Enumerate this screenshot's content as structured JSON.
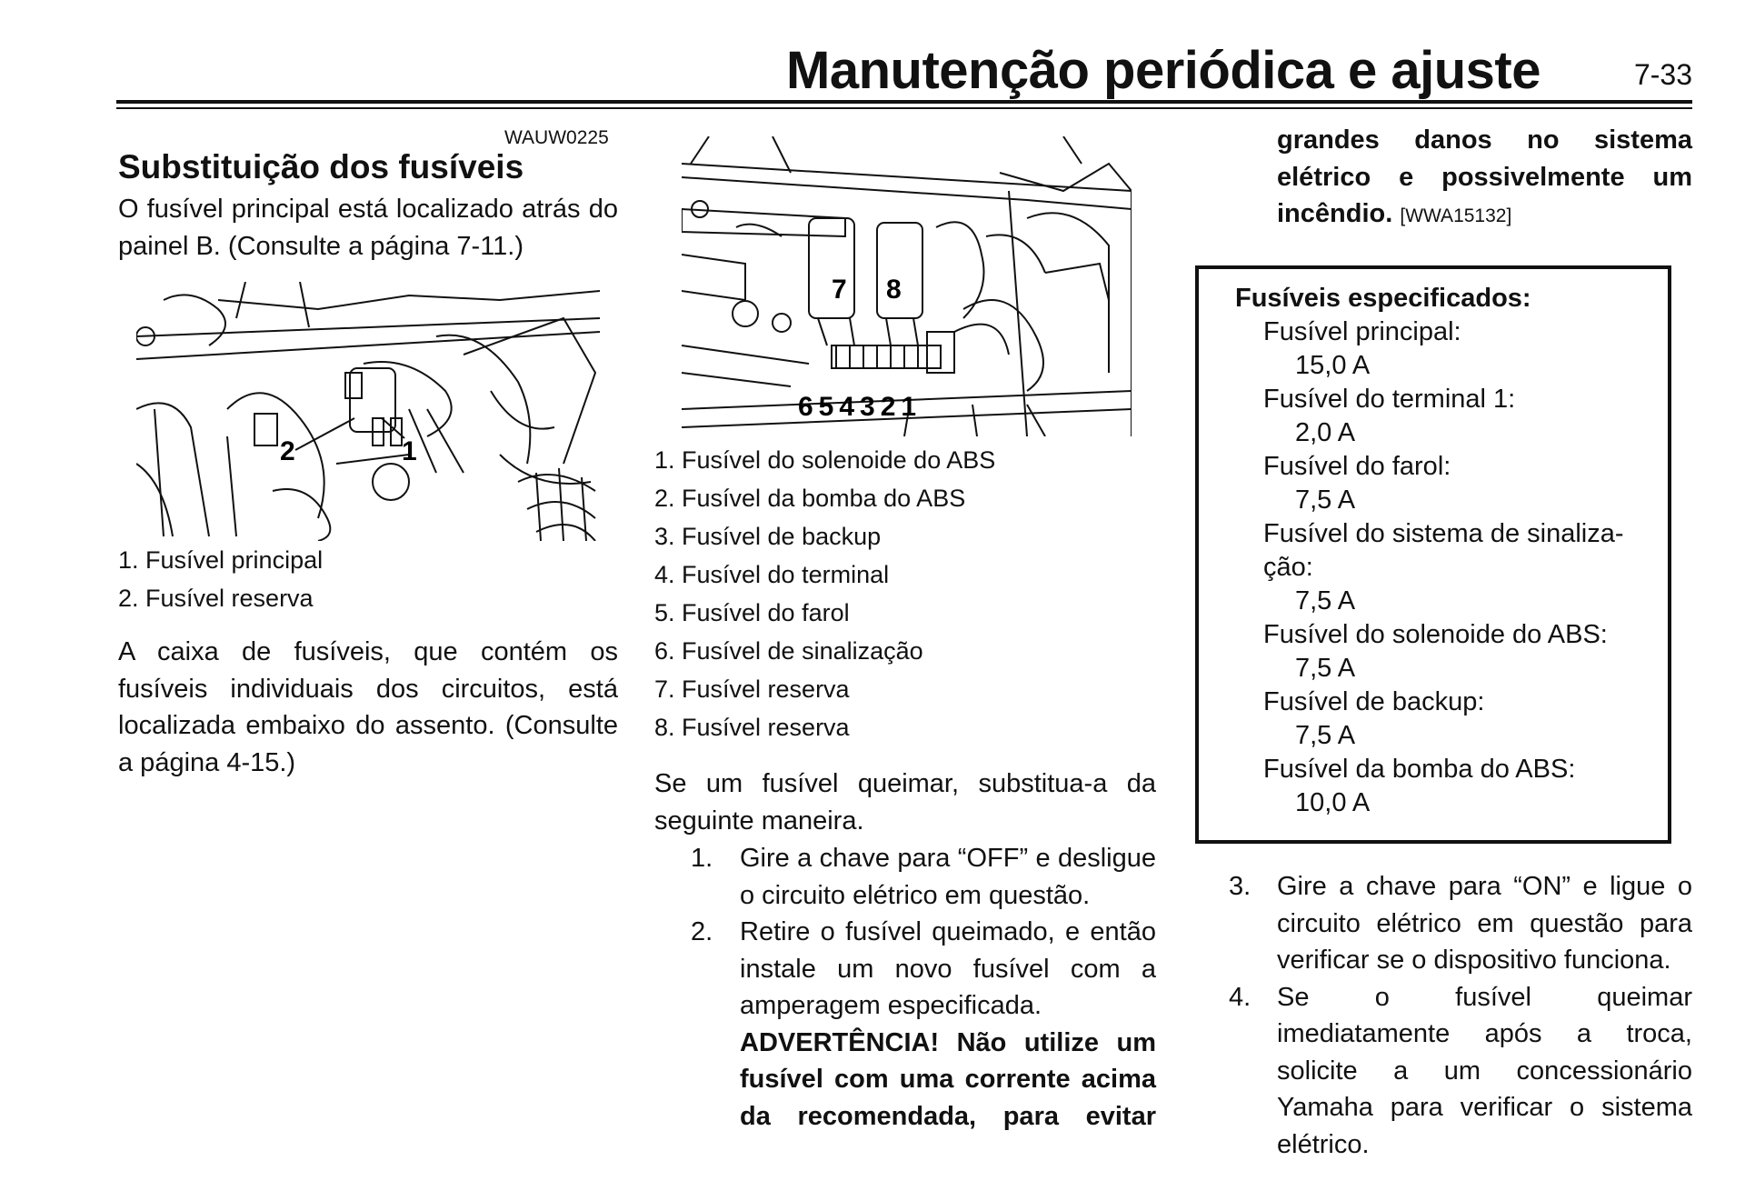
{
  "header": {
    "title": "Manutenção periódica e ajuste",
    "page_number": "7-33"
  },
  "left": {
    "code": "WAUW0225",
    "heading": "Substituição dos fusíveis",
    "intro": "O fusível principal está localizado atrás do painel B. (Consulte a página 7-11.)",
    "figure_labels": [
      "2",
      "1"
    ],
    "captions": [
      "1. Fusível principal",
      "2. Fusível reserva"
    ],
    "para": "A caixa de fusíveis, que contém os fusíveis individuais dos circuitos, está localizada embaixo do assento. (Consulte a página 4-15.)"
  },
  "middle": {
    "figure_labels_top": [
      "7",
      "8"
    ],
    "figure_labels_bottom": "654321",
    "captions": [
      "1. Fusível do solenoide do ABS",
      "2. Fusível da bomba do ABS",
      "3. Fusível de backup",
      "4. Fusível do terminal",
      "5. Fusível do farol",
      "6. Fusível de sinalização",
      "7. Fusível reserva",
      "8. Fusível reserva"
    ],
    "intro": "Se um fusível queimar, substitua-a da seguinte maneira.",
    "steps": [
      {
        "num": "1.",
        "text": "Gire a chave para “OFF” e desligue o circuito elétrico em questão."
      },
      {
        "num": "2.",
        "text": "Retire o fusível queimado, e então instale um novo fusível com a amperagem especificada.",
        "warning": "ADVERTÊNCIA! Não utilize um fusível com uma corrente acima da recomendada, para evitar"
      }
    ]
  },
  "right": {
    "warning_cont": "grandes danos no sistema elétrico e possivelmente um incêndio.",
    "warning_code": "[WWA15132]",
    "spec_box": {
      "heading": "Fusíveis especificados:",
      "lines": [
        "Fusível principal:",
        "15,0 A",
        "Fusível do terminal 1:",
        "2,0 A",
        "Fusível do farol:",
        "7,5 A",
        "Fusível do sistema de sinaliza-",
        "ção:",
        "7,5 A",
        "Fusível do solenoide do ABS:",
        "7,5 A",
        "Fusível de backup:",
        "7,5 A",
        "Fusível da bomba do ABS:",
        "10,0 A"
      ]
    },
    "steps": [
      {
        "num": "3.",
        "text": "Gire a chave para “ON” e ligue o circuito elétrico em questão para verificar se o dispositivo funciona."
      },
      {
        "num": "4.",
        "text": "Se o fusível queimar imediatamente após a troca, solicite a um concessionário Yamaha para verificar o sistema elétrico."
      }
    ]
  }
}
